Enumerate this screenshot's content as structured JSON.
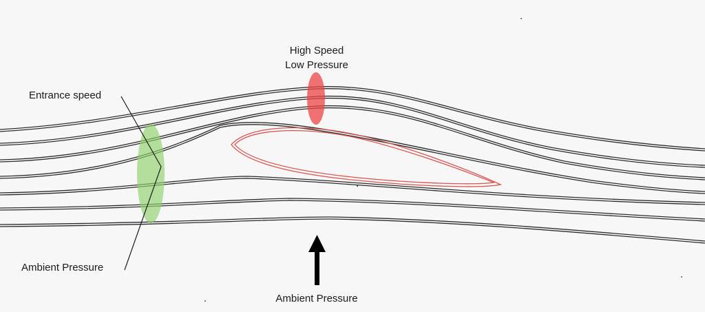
{
  "labels": {
    "high_speed": "High Speed",
    "low_pressure": "Low Pressure",
    "entrance_speed": "Entrance speed",
    "ambient_pressure_left": "Ambient Pressure",
    "ambient_pressure_bottom": "Ambient Pressure"
  },
  "colors": {
    "streamline": "#2b2b2b",
    "airfoil": "#d9534f",
    "low_pressure_zone": "#ee4444",
    "entrance_zone": "#8fd16a",
    "arrow": "#000000"
  },
  "icons": {
    "arrow": "up-arrow-icon"
  }
}
